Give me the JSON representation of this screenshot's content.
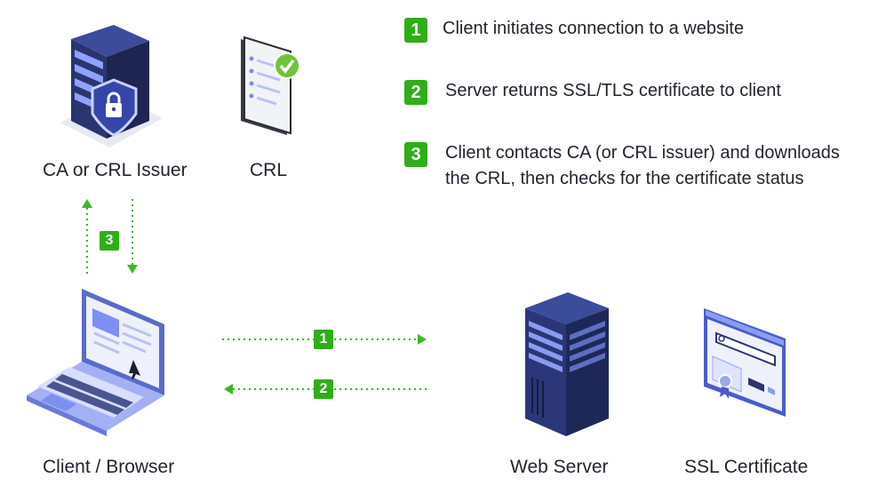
{
  "nodes": {
    "ca": "CA or CRL Issuer",
    "crl": "CRL",
    "client": "Client / Browser",
    "web_server": "Web Server",
    "ssl_cert": "SSL Certificate"
  },
  "steps": [
    {
      "num": "1",
      "text": "Client initiates connection to a website"
    },
    {
      "num": "2",
      "text": "Server returns SSL/TLS certificate to client"
    },
    {
      "num": "3",
      "text": "Client contacts CA (or CRL issuer) and downloads the CRL, then checks for the certificate status"
    }
  ],
  "arrow_badges": {
    "a1": "1",
    "a2": "2",
    "a3": "3"
  },
  "colors": {
    "accent_green": "#2fae1a",
    "navy": "#2b3a7a",
    "light_blue": "#8a9cf0"
  },
  "icons": [
    "server-lock-icon",
    "crl-document-icon",
    "laptop-icon",
    "web-server-icon",
    "ssl-certificate-icon"
  ]
}
